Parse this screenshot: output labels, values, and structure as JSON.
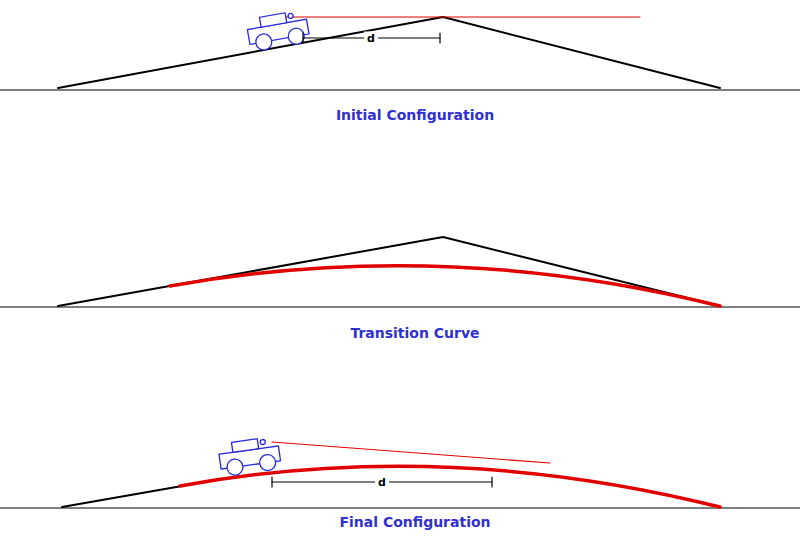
{
  "diagram": {
    "labels": [
      "d",
      "Initial Configuration",
      "Transition Curve",
      "d",
      "Final Configuration"
    ]
  }
}
